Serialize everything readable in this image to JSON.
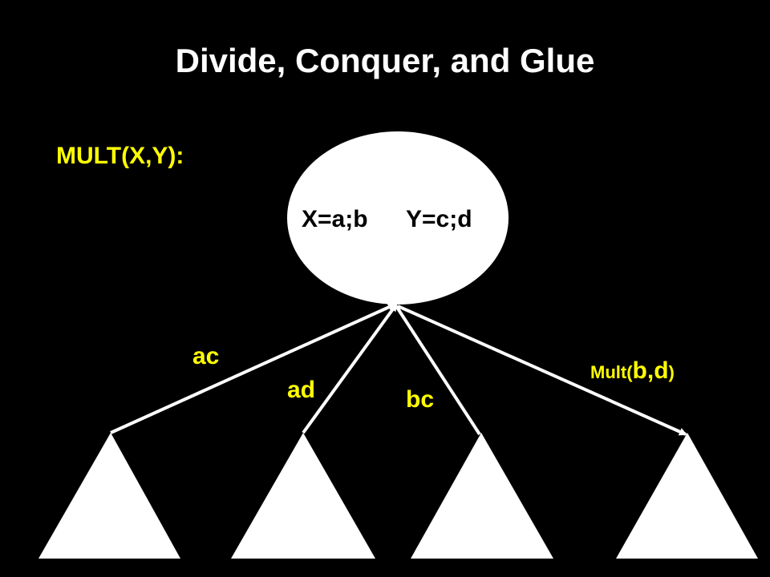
{
  "title": "Divide, Conquer, and Glue",
  "function_label": "MULT(X,Y):",
  "root": {
    "x_expr": "X=a;b",
    "y_expr": "Y=c;d"
  },
  "edges": [
    {
      "label": "ac"
    },
    {
      "label": "ad"
    },
    {
      "label": "bc"
    },
    {
      "label_prefix": "Mult(",
      "label_args": "b,d",
      "label_suffix": ")"
    }
  ],
  "colors": {
    "background": "#000000",
    "title": "#ffffff",
    "label": "#ffff00",
    "node": "#ffffff"
  }
}
